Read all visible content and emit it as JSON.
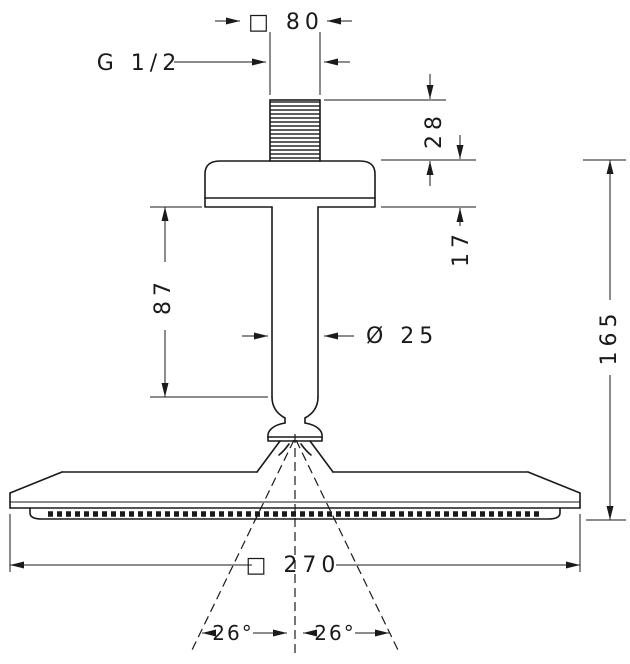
{
  "drawing": {
    "labels": {
      "top_width": "□ 80",
      "thread": "G 1/2",
      "thread_height": "28",
      "flange_height": "17",
      "arm_length": "87",
      "pipe_diameter": "Ø 25",
      "total_height": "165",
      "head_width": "□ 270",
      "spray_angle_left": "26°",
      "spray_angle_right": "26°"
    },
    "colors": {
      "line": "#1a1a1a",
      "background": "#ffffff"
    }
  }
}
